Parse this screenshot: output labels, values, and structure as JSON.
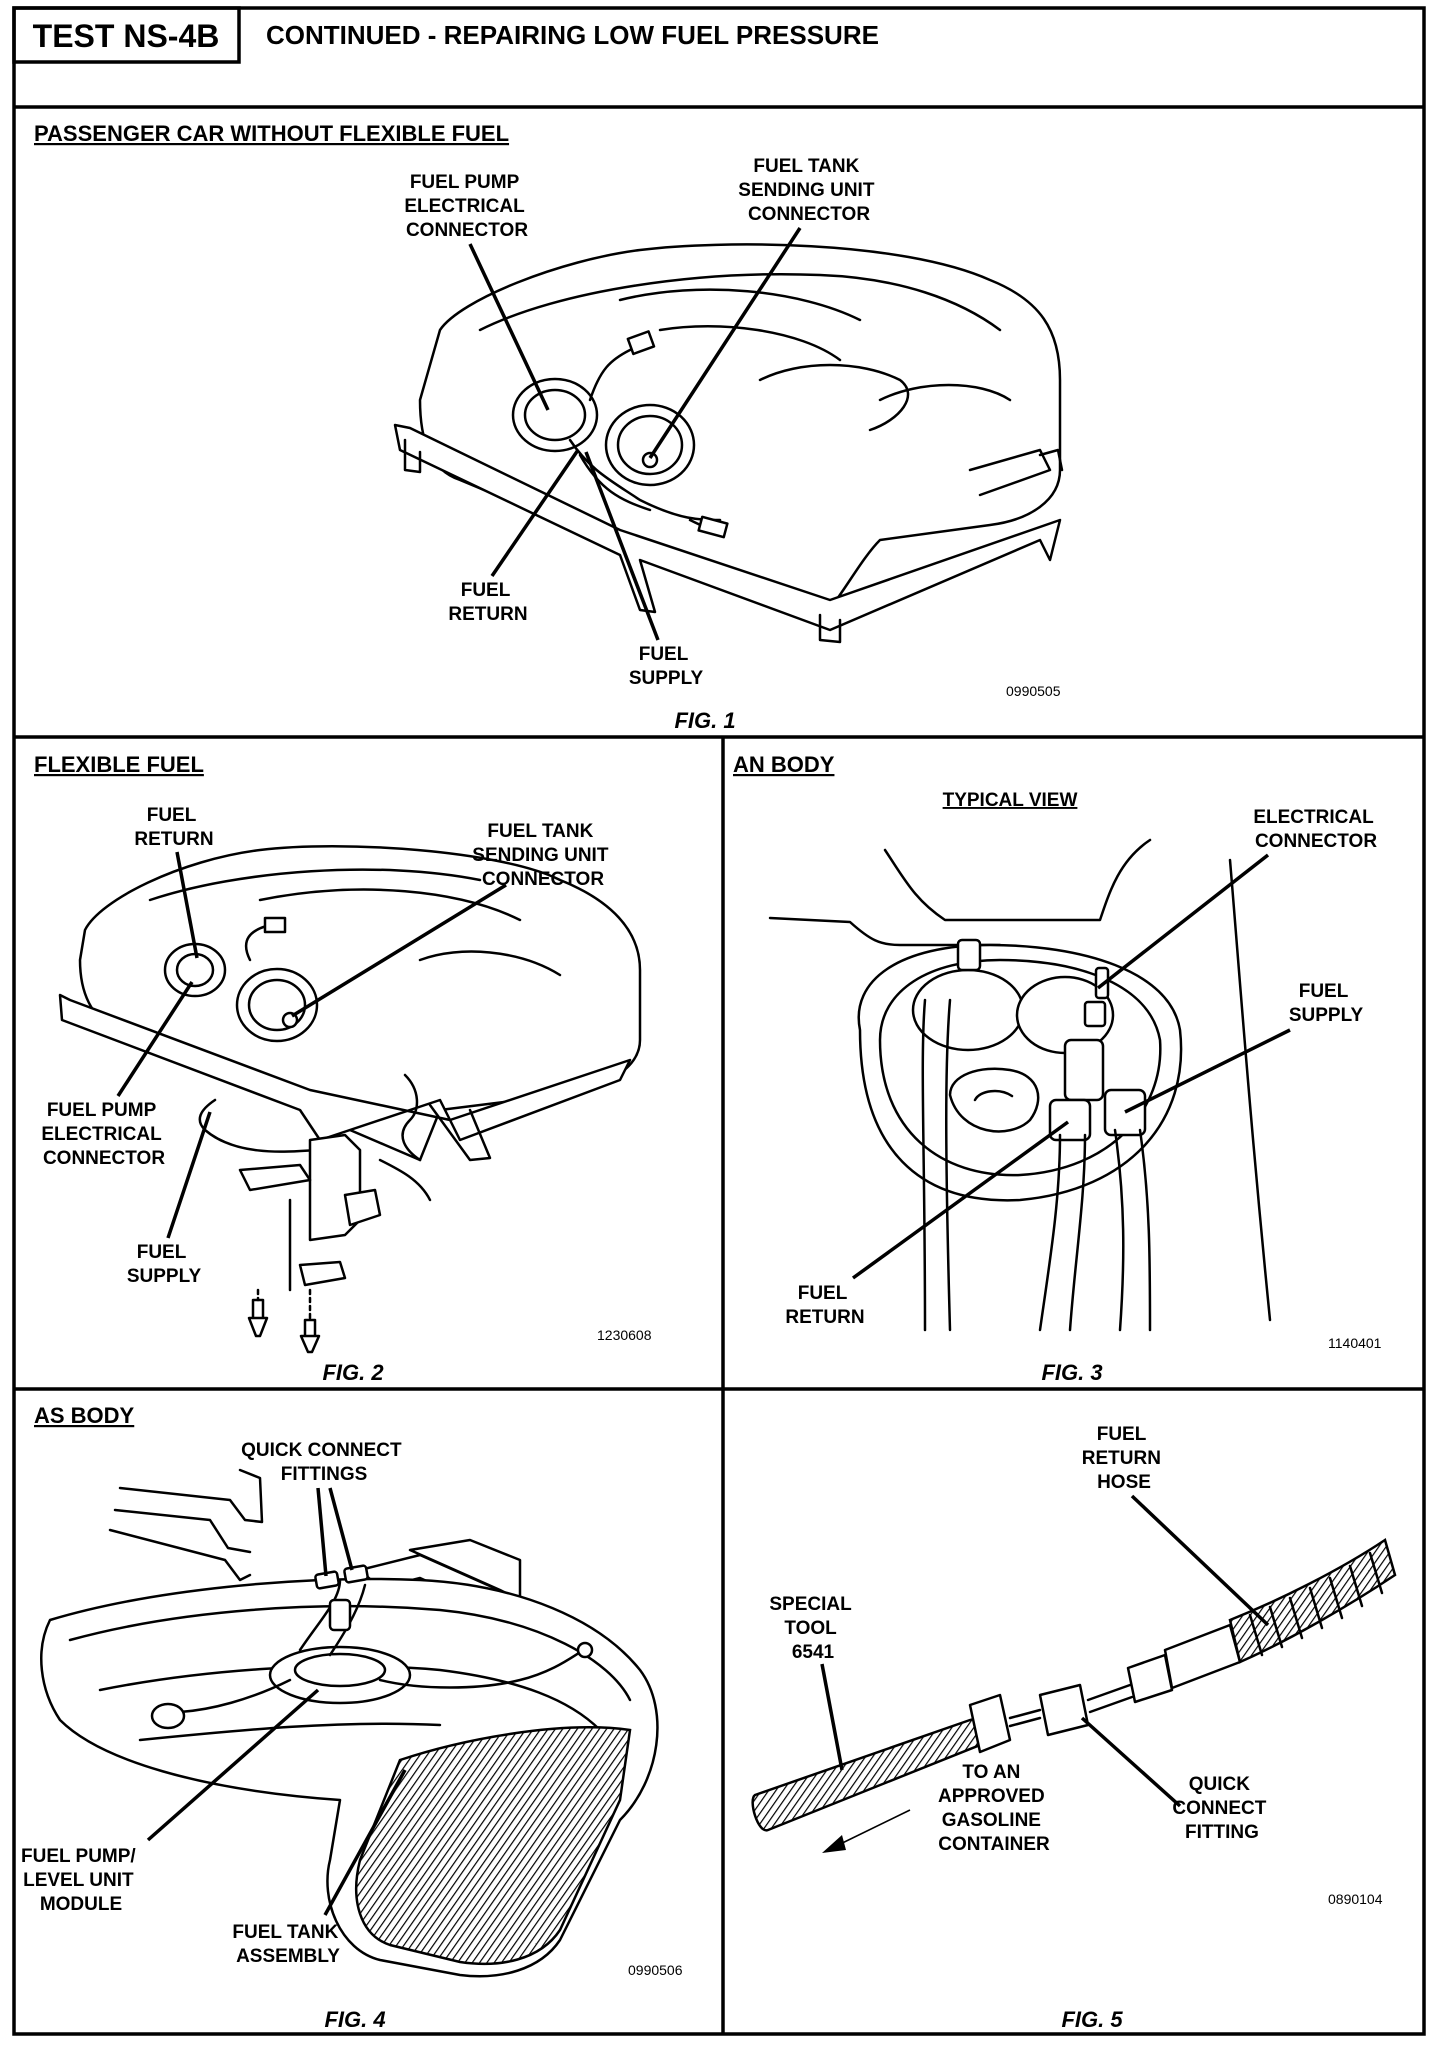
{
  "header": {
    "test_id": "TEST NS-4B",
    "title": "CONTINUED - REPAIRING LOW FUEL PRESSURE"
  },
  "fig1": {
    "section": "PASSENGER CAR WITHOUT FLEXIBLE FUEL",
    "labels": {
      "pump_connector": [
        "FUEL PUMP",
        "ELECTRICAL",
        "CONNECTOR"
      ],
      "sending_unit": [
        "FUEL TANK",
        "SENDING UNIT",
        "CONNECTOR"
      ],
      "return": [
        "FUEL",
        "RETURN"
      ],
      "supply": [
        "FUEL",
        "SUPPLY"
      ]
    },
    "code": "0990505",
    "caption": "FIG. 1"
  },
  "fig2": {
    "section": "FLEXIBLE FUEL",
    "labels": {
      "return": [
        "FUEL",
        "RETURN"
      ],
      "sending_unit": [
        "FUEL TANK",
        "SENDING UNIT",
        "CONNECTOR"
      ],
      "pump_connector": [
        "FUEL PUMP",
        "ELECTRICAL",
        "CONNECTOR"
      ],
      "supply": [
        "FUEL",
        "SUPPLY"
      ]
    },
    "code": "1230608",
    "caption": "FIG. 2"
  },
  "fig3": {
    "section": "AN BODY",
    "subtitle": "TYPICAL VIEW",
    "labels": {
      "electrical": [
        "ELECTRICAL",
        "CONNECTOR"
      ],
      "supply": [
        "FUEL",
        "SUPPLY"
      ],
      "return": [
        "FUEL",
        "RETURN"
      ]
    },
    "code": "1140401",
    "caption": "FIG. 3"
  },
  "fig4": {
    "section": "AS BODY",
    "labels": {
      "quick_connect": [
        "QUICK CONNECT",
        "FITTINGS"
      ],
      "pump_module": [
        "FUEL PUMP/",
        "LEVEL UNIT",
        "MODULE"
      ],
      "tank": [
        "FUEL TANK",
        "ASSEMBLY"
      ]
    },
    "code": "0990506",
    "caption": "FIG. 4"
  },
  "fig5": {
    "labels": {
      "return_hose": [
        "FUEL",
        "RETURN",
        "HOSE"
      ],
      "special_tool": [
        "SPECIAL",
        "TOOL",
        "6541"
      ],
      "container": [
        "TO AN",
        "APPROVED",
        "GASOLINE",
        "CONTAINER"
      ],
      "quick_connect": [
        "QUICK",
        "CONNECT",
        "FITTING"
      ]
    },
    "code": "0890104",
    "caption": "FIG. 5"
  }
}
